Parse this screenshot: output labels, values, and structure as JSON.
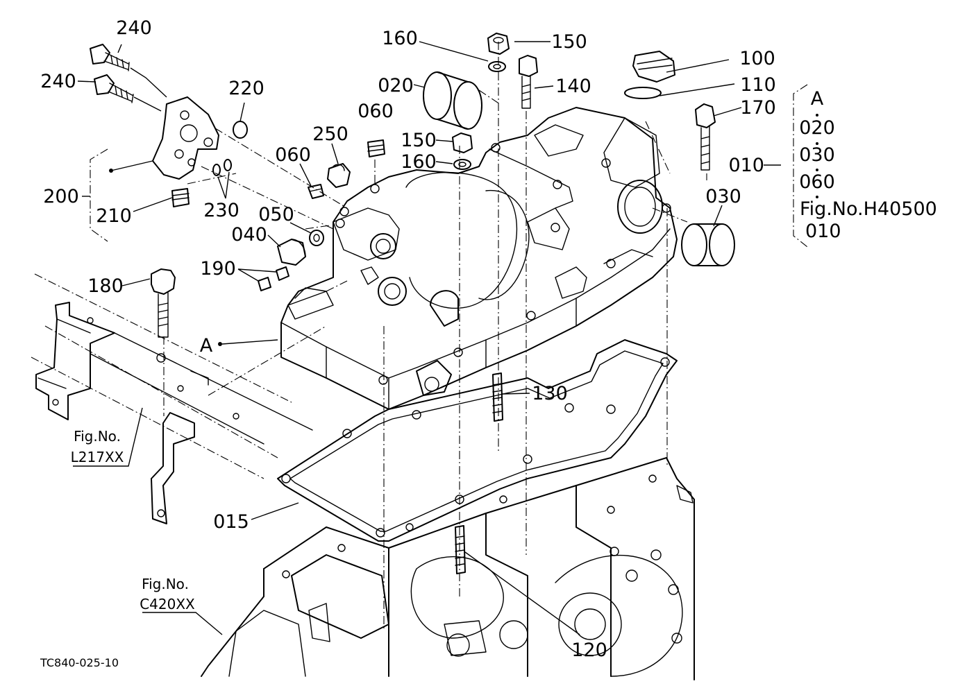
{
  "drawing_code": "TC840-025-10",
  "parts": [
    {
      "id": "p240a",
      "label": "240"
    },
    {
      "id": "p240b",
      "label": "240"
    },
    {
      "id": "p220",
      "label": "220"
    },
    {
      "id": "p200",
      "label": "200"
    },
    {
      "id": "p210",
      "label": "210"
    },
    {
      "id": "p230",
      "label": "230"
    },
    {
      "id": "p250",
      "label": "250"
    },
    {
      "id": "p060a",
      "label": "060"
    },
    {
      "id": "p060b",
      "label": "060"
    },
    {
      "id": "p050",
      "label": "050"
    },
    {
      "id": "p040",
      "label": "040"
    },
    {
      "id": "p190",
      "label": "190"
    },
    {
      "id": "p180",
      "label": "180"
    },
    {
      "id": "p160a",
      "label": "160"
    },
    {
      "id": "p150a",
      "label": "150"
    },
    {
      "id": "p140",
      "label": "140"
    },
    {
      "id": "p020",
      "label": "020"
    },
    {
      "id": "p150b",
      "label": "150"
    },
    {
      "id": "p160b",
      "label": "160"
    },
    {
      "id": "p100",
      "label": "100"
    },
    {
      "id": "p110",
      "label": "110"
    },
    {
      "id": "p170",
      "label": "170"
    },
    {
      "id": "p030",
      "label": "030"
    },
    {
      "id": "p130",
      "label": "130"
    },
    {
      "id": "p015",
      "label": "015"
    },
    {
      "id": "p120",
      "label": "120"
    },
    {
      "id": "pA",
      "label": "A"
    }
  ],
  "assembly_note": {
    "ref": "010",
    "header": "A",
    "items": [
      "020",
      "030",
      "060"
    ],
    "fig_ref": "Fig.No.H40500",
    "fig_part": "010"
  },
  "figure_refs": [
    {
      "id": "fig_l217",
      "line1": "Fig.No.",
      "line2": "L217XX"
    },
    {
      "id": "fig_c420",
      "line1": "Fig.No.",
      "line2": "C420XX"
    }
  ]
}
